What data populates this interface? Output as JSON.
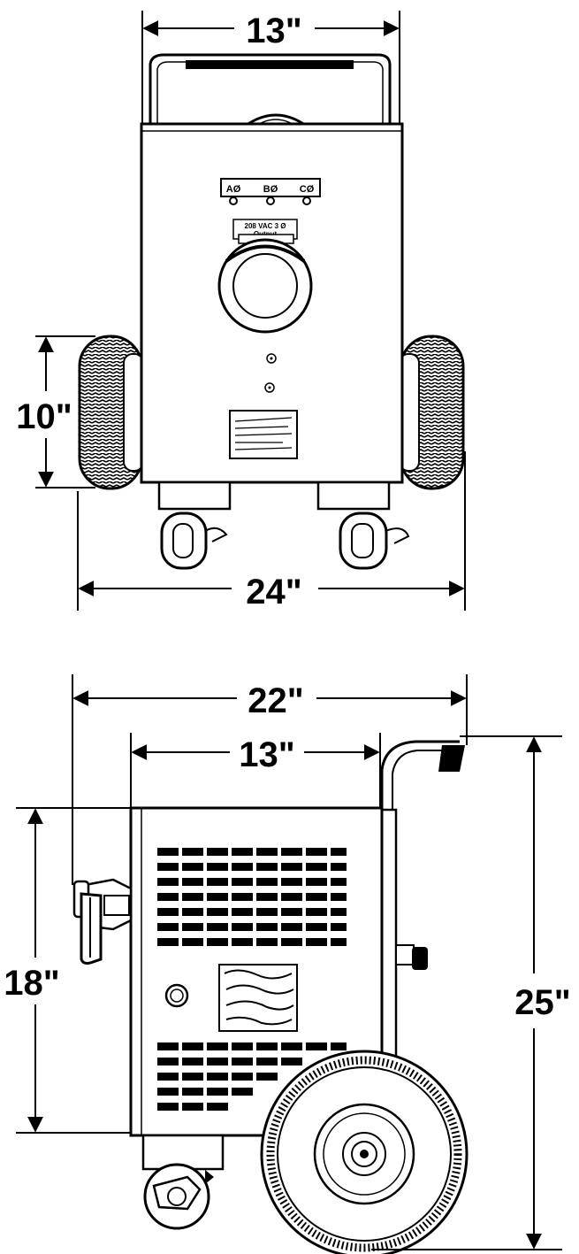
{
  "front_view": {
    "dim_top_width": "13\"",
    "dim_wheel_height": "10\"",
    "dim_overall_width": "24\"",
    "phase_labels": [
      "AØ",
      "BØ",
      "CØ"
    ],
    "output_label_line1": "208 VAC 3 Ø",
    "output_label_line2": "Output"
  },
  "side_view": {
    "dim_overall_depth": "22\"",
    "dim_body_depth": "13\"",
    "dim_body_height": "18\"",
    "dim_overall_height": "25\""
  }
}
